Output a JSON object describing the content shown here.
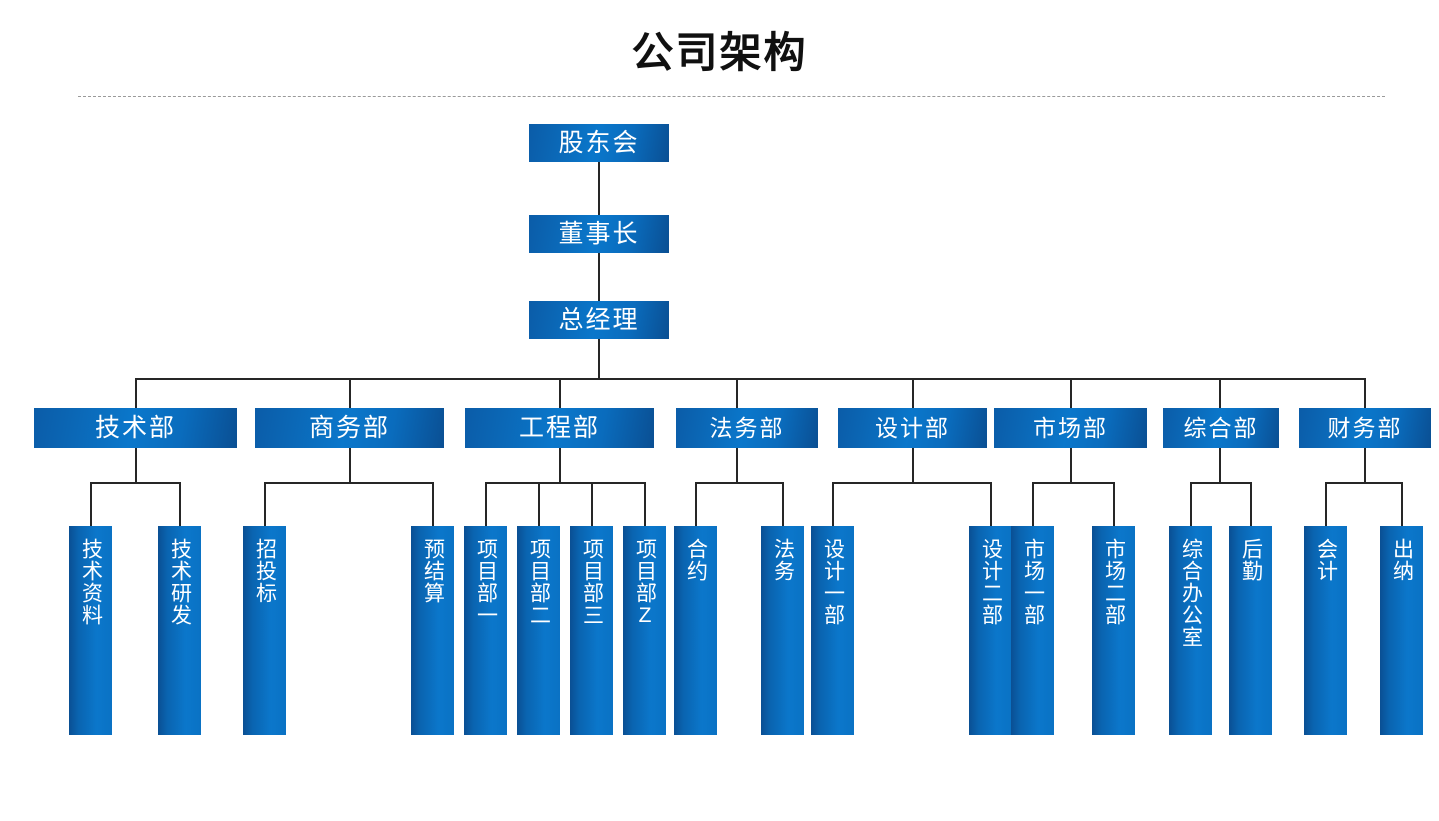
{
  "page": {
    "title": "公司架构",
    "background_color": "#ffffff",
    "accent_color": "#0a72c4",
    "accent_dark_color": "#0a4f93",
    "line_color": "#262626",
    "divider_color": "#9a9a9a",
    "text_on_accent_color": "#ffffff",
    "title_color": "#101010"
  },
  "org_chart": {
    "type": "organization-tree",
    "levels": [
      {
        "name": "governance",
        "labels": [
          "股东会",
          "董事长",
          "总经理"
        ]
      },
      {
        "name": "departments",
        "labels": [
          "技术部",
          "商务部",
          "工程部",
          "法务部",
          "设计部",
          "市场部",
          "综合部",
          "财务部"
        ]
      },
      {
        "name": "sub-departments",
        "labels": [
          "技术资料",
          "技术研发",
          "招投标",
          "预结算",
          "项目部一",
          "项目部二",
          "项目部三",
          "项目部Z",
          "合约",
          "法务",
          "设计一部",
          "设计二部",
          "市场一部",
          "市场二部",
          "综合办公室",
          "后勤",
          "会计",
          "出纳"
        ]
      }
    ],
    "top": [
      {
        "id": "shareholders",
        "label": "股东会"
      },
      {
        "id": "chairman",
        "label": "董事长"
      },
      {
        "id": "general-manager",
        "label": "总经理"
      }
    ],
    "departments": [
      {
        "id": "tech",
        "label": "技术部",
        "children": [
          {
            "id": "tech-docs",
            "label": "技术资料"
          },
          {
            "id": "tech-rd",
            "label": "技术研发"
          }
        ]
      },
      {
        "id": "business",
        "label": "商务部",
        "children": [
          {
            "id": "bidding",
            "label": "招投标"
          },
          {
            "id": "budget",
            "label": "预结算"
          }
        ]
      },
      {
        "id": "engineering",
        "label": "工程部",
        "children": [
          {
            "id": "project-1",
            "label": "项目部一"
          },
          {
            "id": "project-2",
            "label": "项目部二"
          },
          {
            "id": "project-3",
            "label": "项目部三"
          },
          {
            "id": "project-z",
            "label": "项目部Z"
          }
        ]
      },
      {
        "id": "legal",
        "label": "法务部",
        "children": [
          {
            "id": "contract",
            "label": "合约"
          },
          {
            "id": "legal-affairs",
            "label": "法务"
          }
        ]
      },
      {
        "id": "design",
        "label": "设计部",
        "children": [
          {
            "id": "design-1",
            "label": "设计一部"
          },
          {
            "id": "design-2",
            "label": "设计二部"
          }
        ]
      },
      {
        "id": "marketing",
        "label": "市场部",
        "children": [
          {
            "id": "marketing-1",
            "label": "市场一部"
          },
          {
            "id": "marketing-2",
            "label": "市场二部"
          }
        ]
      },
      {
        "id": "general-affairs",
        "label": "综合部",
        "children": [
          {
            "id": "general-office",
            "label": "综合办公室"
          },
          {
            "id": "logistics",
            "label": "后勤"
          }
        ]
      },
      {
        "id": "finance",
        "label": "财务部",
        "children": [
          {
            "id": "accounting",
            "label": "会计"
          },
          {
            "id": "cashier",
            "label": "出纳"
          }
        ]
      }
    ]
  }
}
